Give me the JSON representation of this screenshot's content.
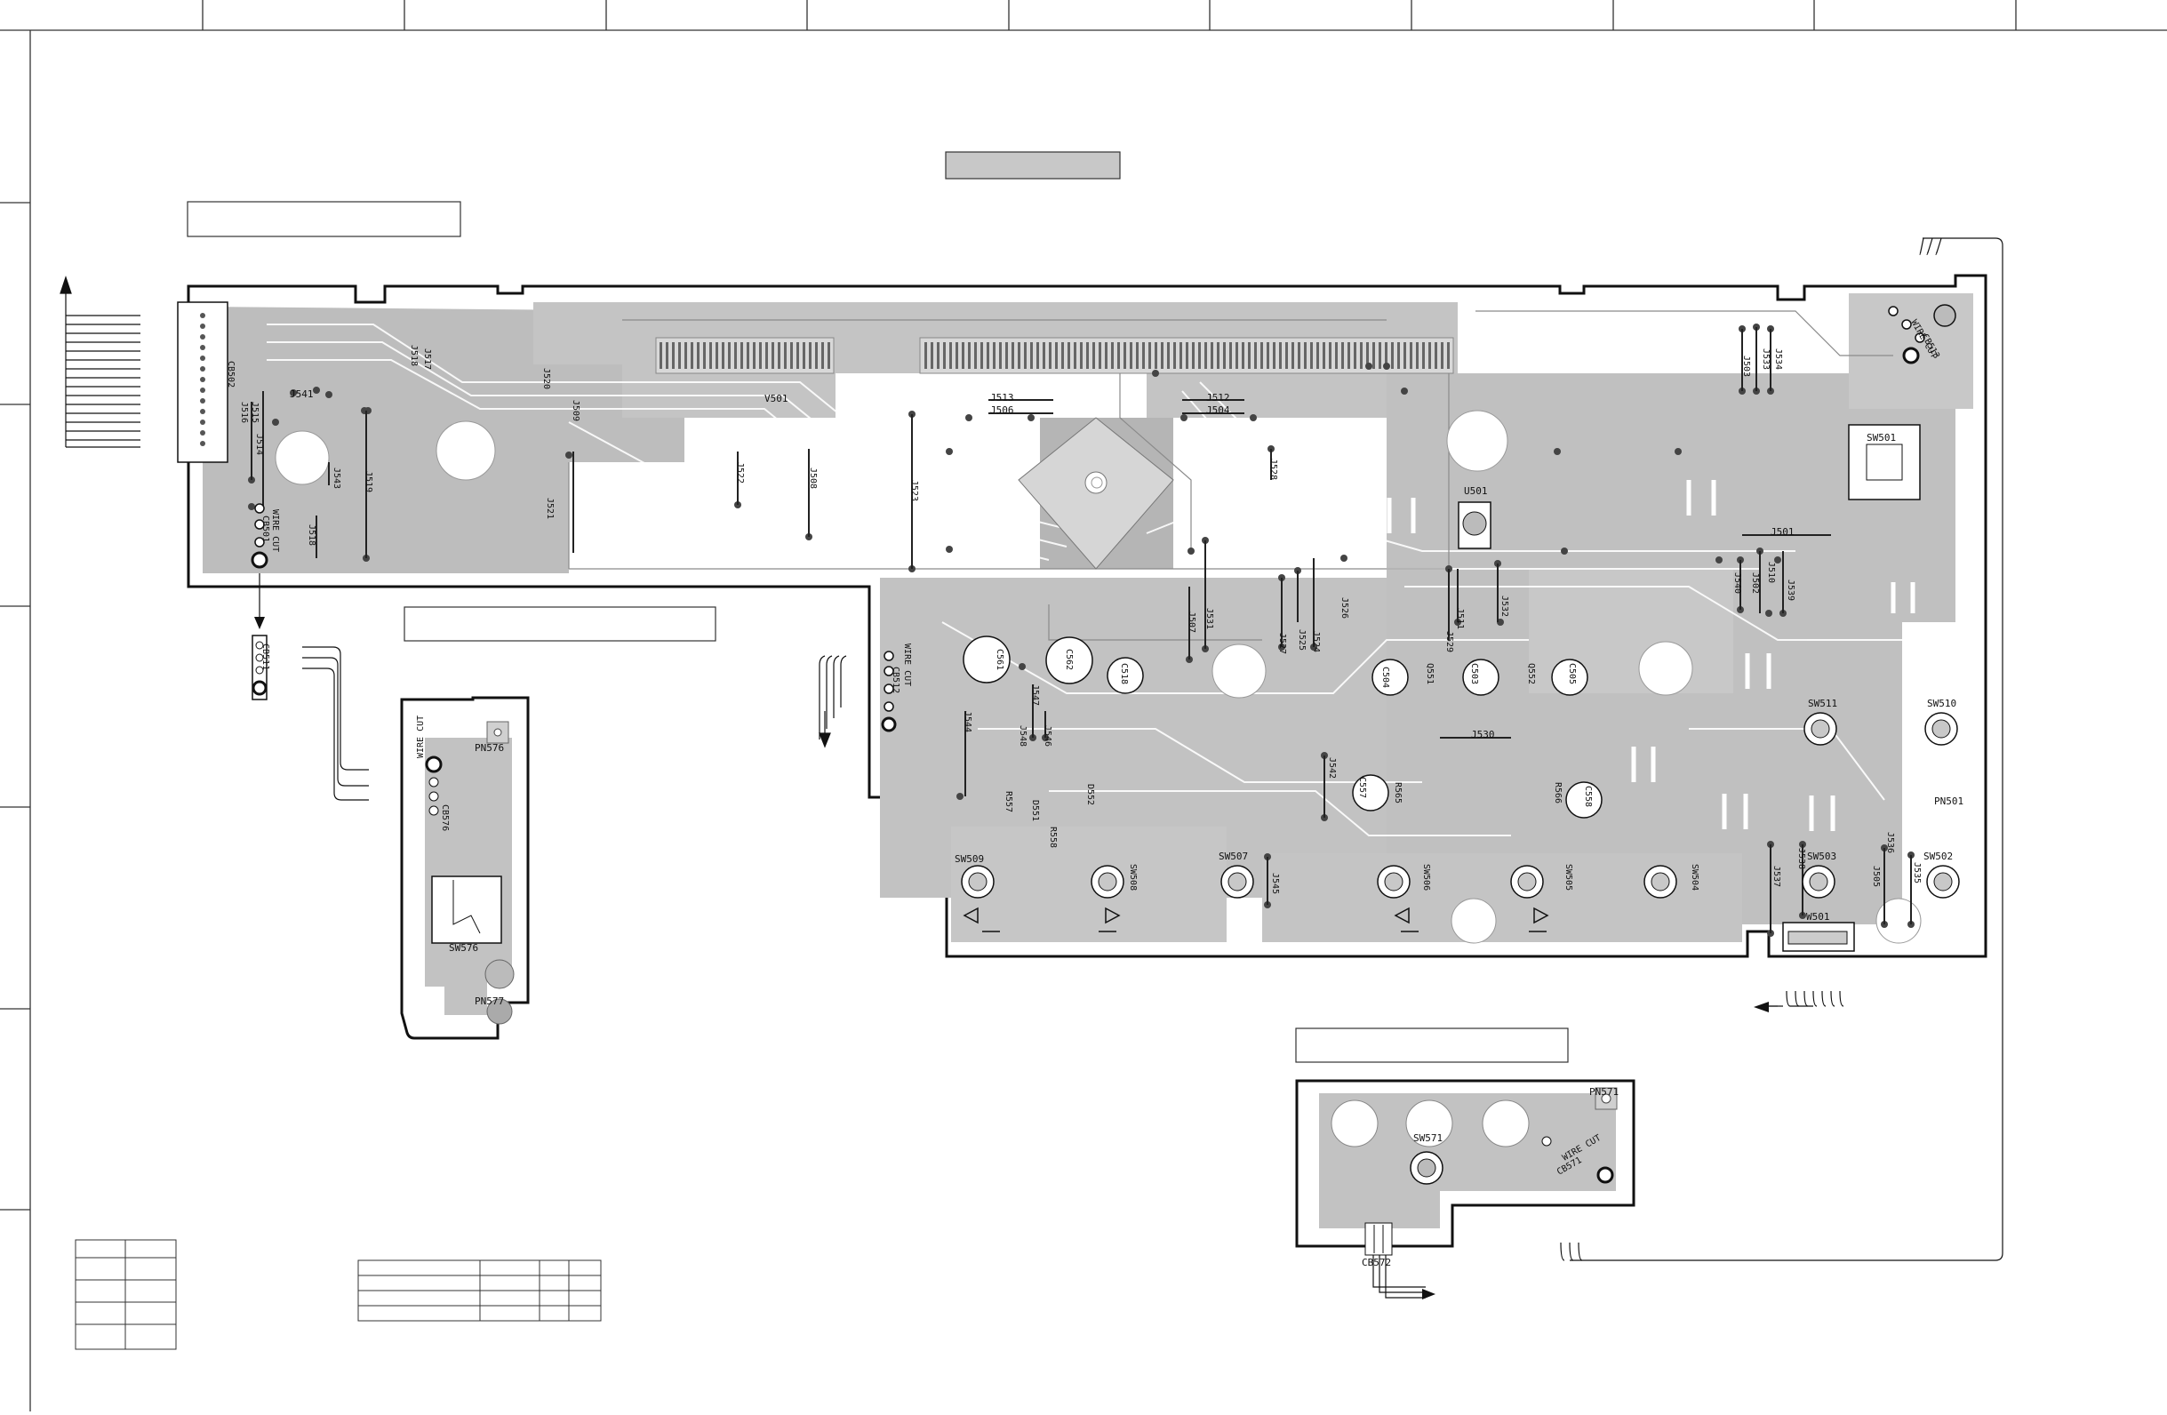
{
  "labels": {
    "wire_cut": "WIRE CUT",
    "cb501": "CB501",
    "cb502": "CB502",
    "cb511": "CB511",
    "cb512": "CB512",
    "cb513": "CB513",
    "cb571": "CB571",
    "cb572": "CB572",
    "cb576": "CB576",
    "v501": "V501",
    "u501": "U501",
    "sw501": "SW501",
    "sw502": "SW502",
    "sw503": "SW503",
    "sw504": "SW504",
    "sw505": "SW505",
    "sw506": "SW506",
    "sw507": "SW507",
    "sw508": "SW508",
    "sw509": "SW509",
    "sw510": "SW510",
    "sw511": "SW511",
    "sw571": "SW571",
    "sw576": "SW576",
    "pn501": "PN501",
    "pn571": "PN571",
    "pn576": "PN576",
    "pn577": "PN577",
    "w501": "W501",
    "d551": "D551",
    "d552": "D552",
    "q551": "Q551",
    "q552": "Q552",
    "r557": "R557",
    "r558": "R558",
    "r565": "R565",
    "r566": "R566",
    "c503": "C503",
    "c504": "C504",
    "c505": "C505",
    "c518": "C518",
    "c557": "C557",
    "c558": "C558",
    "c561": "C561",
    "c562": "C562",
    "j501": "J501",
    "j502": "J502",
    "j503": "J503",
    "j504": "J504",
    "j505": "J505",
    "j506": "J506",
    "j507": "J507",
    "j508": "J508",
    "j509": "J509",
    "j510": "J510",
    "j511": "J511",
    "j512": "J512",
    "j513": "J513",
    "j514": "J514",
    "j515": "J515",
    "j516": "J516",
    "j517": "J517",
    "j518": "J518",
    "j519": "J519",
    "j520": "J520",
    "j521": "J521",
    "j522": "J522",
    "j523": "J523",
    "j524": "J524",
    "j525": "J525",
    "j526": "J526",
    "j527": "J527",
    "j528": "J528",
    "j529": "J529",
    "j530": "J530",
    "j531": "J531",
    "j532": "J532",
    "j533": "J533",
    "j534": "J534",
    "j535": "J535",
    "j536": "J536",
    "j537": "J537",
    "j538": "J538",
    "j539": "J539",
    "j540": "J540",
    "j541": "J541",
    "j542": "J542",
    "j543": "J543",
    "j544": "J544",
    "j545": "J545",
    "j546": "J546",
    "j547": "J547",
    "j548": "J548"
  }
}
